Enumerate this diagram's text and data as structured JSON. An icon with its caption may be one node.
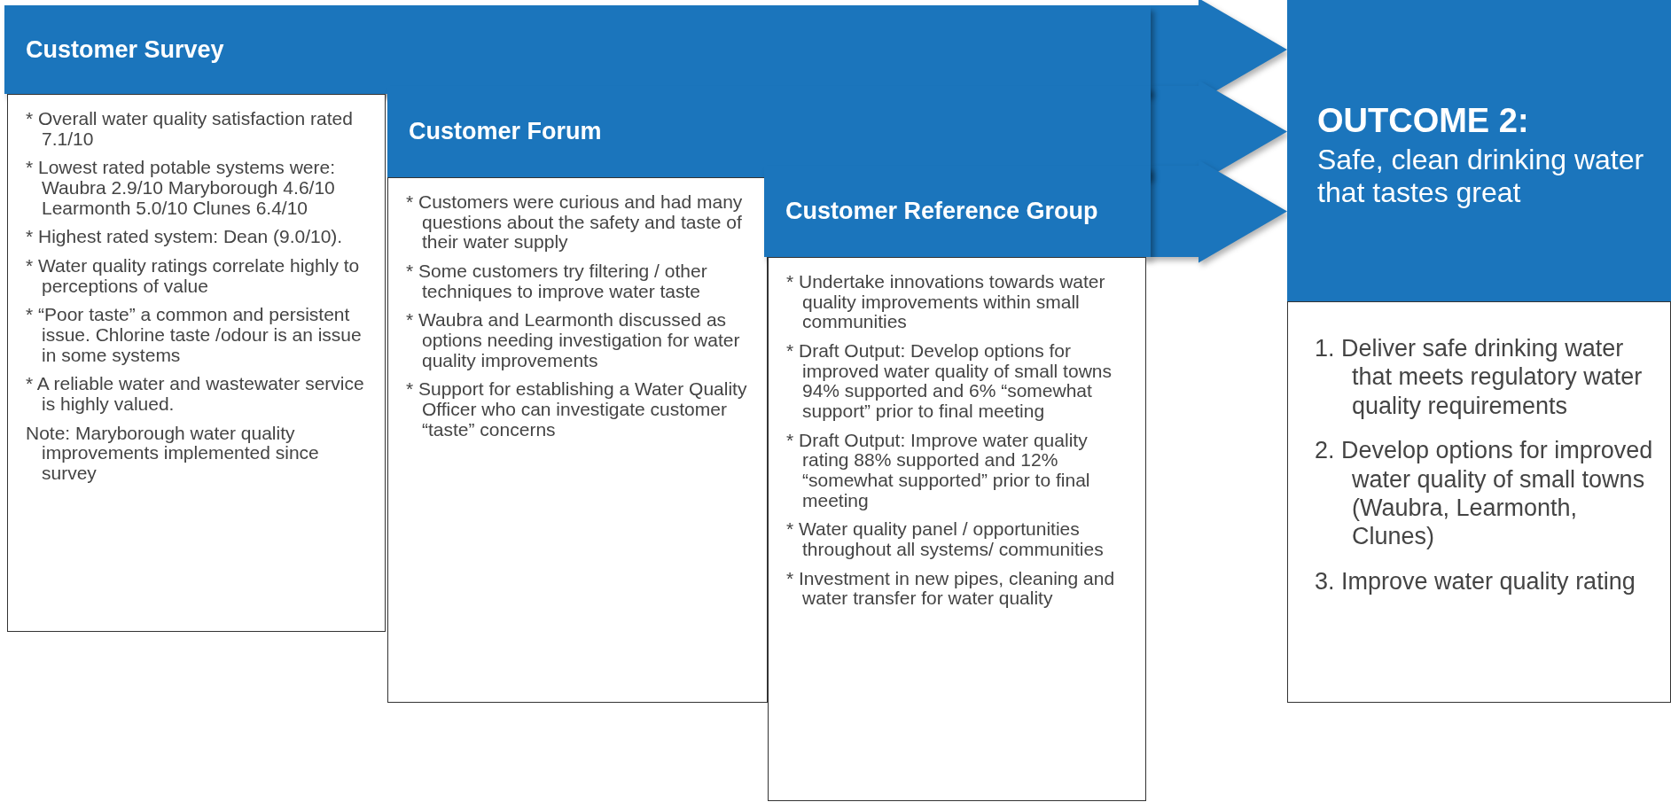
{
  "diagram": {
    "nodes": [
      {
        "text": [
          "Customer Survey"
        ]
      },
      {
        "text": [
          "* Overall water quality satisfaction rated 7.1/10",
          "* Lowest rated potable systems were: Waubra 2.9/10 Maryborough 4.6/10 Learmonth 5.0/10 Clunes 6.4/10",
          "* Highest rated system: Dean (9.0/10).",
          "* Water quality ratings correlate highly to perceptions of value",
          "* “Poor taste” a common and persistent issue. Chlorine taste /odour is an issue in some systems",
          "* A reliable water and wastewater service is highly valued.",
          "Note: Maryborough water quality improvements implemented since survey"
        ]
      },
      {
        "text": [
          "Customer Forum"
        ]
      },
      {
        "text": [
          "* Customers were curious and had many questions about the safety and taste of their water supply",
          "* Some customers try filtering / other techniques to improve water taste",
          "* Waubra and Learmonth discussed as options needing investigation for water quality improvements",
          "* Support for establishing a Water Quality Officer who can investigate customer “taste” concerns"
        ]
      },
      {
        "text": [
          "Customer Reference Group"
        ]
      },
      {
        "text": [
          "* Undertake innovations towards water quality improvements within small communities",
          "* Draft Output: Develop options for improved water quality of small towns 94% supported and 6% “somewhat support” prior to final meeting",
          "* Draft Output: Improve water quality rating 88% supported and 12% “somewhat supported” prior to final meeting",
          "* Water quality panel / opportunities throughout all systems/ communities",
          "* Investment in new pipes, cleaning and water transfer for water quality"
        ]
      },
      {
        "text": [
          "OUTCOME 2:",
          "Safe, clean drinking water that tastes great"
        ]
      },
      {
        "text": [
          "1. Deliver safe drinking water that meets regulatory water quality requirements",
          "2. Develop options for improved water quality of small towns (Waubra, Learmonth, Clunes)",
          "3. Improve water quality rating"
        ]
      }
    ],
    "edges": [
      {
        "from": 0,
        "to": 6,
        "arrow": "to"
      },
      {
        "from": 2,
        "to": 6,
        "arrow": "to"
      },
      {
        "from": 4,
        "to": 6,
        "arrow": "to"
      }
    ]
  }
}
